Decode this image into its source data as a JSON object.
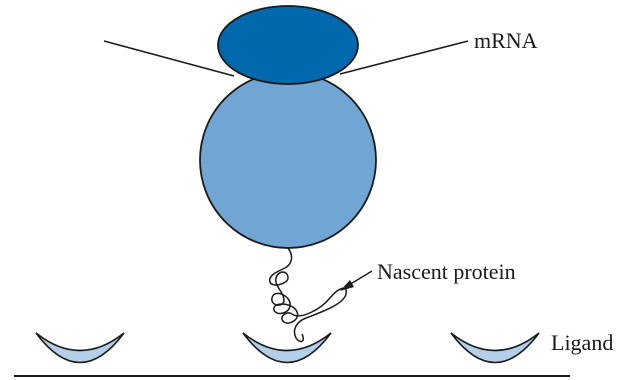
{
  "labels": {
    "mrna": "mRNA",
    "nascent_protein": "Nascent protein",
    "ligand": "Ligand"
  },
  "colors": {
    "small_subunit": "#0068ad",
    "large_subunit": "#71a5d3",
    "ligand_cup": "#b4cfe9",
    "outline": "#1a1a1a",
    "background": "#ffffff"
  }
}
